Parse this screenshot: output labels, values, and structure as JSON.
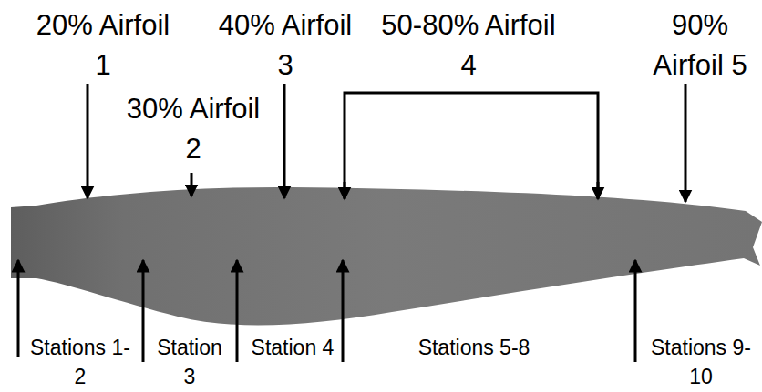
{
  "diagram": {
    "labels": [
      "20% Airfoil 1",
      "30% Airfoil 2",
      "40% Airfoil 3",
      "50-80% Airfoil 4",
      "90% Airfoil 5",
      "Stations 1-2",
      "Station 3",
      "Station 4",
      "Stations 5-8",
      "Stations 9-10"
    ]
  }
}
